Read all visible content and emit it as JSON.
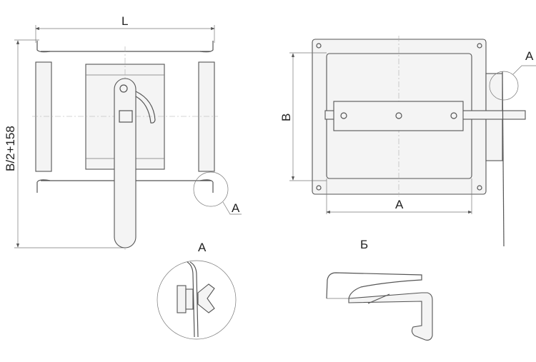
{
  "title": "Damper technical drawing",
  "front_view": {
    "dim_length_label": "L",
    "dim_height_label": "B/2+158",
    "callout_label": "A"
  },
  "side_view": {
    "dim_height_label": "B",
    "dim_width_label": "A",
    "callout_label": "A"
  },
  "detail_a": {
    "title": "A"
  },
  "detail_b": {
    "title": "Б"
  }
}
